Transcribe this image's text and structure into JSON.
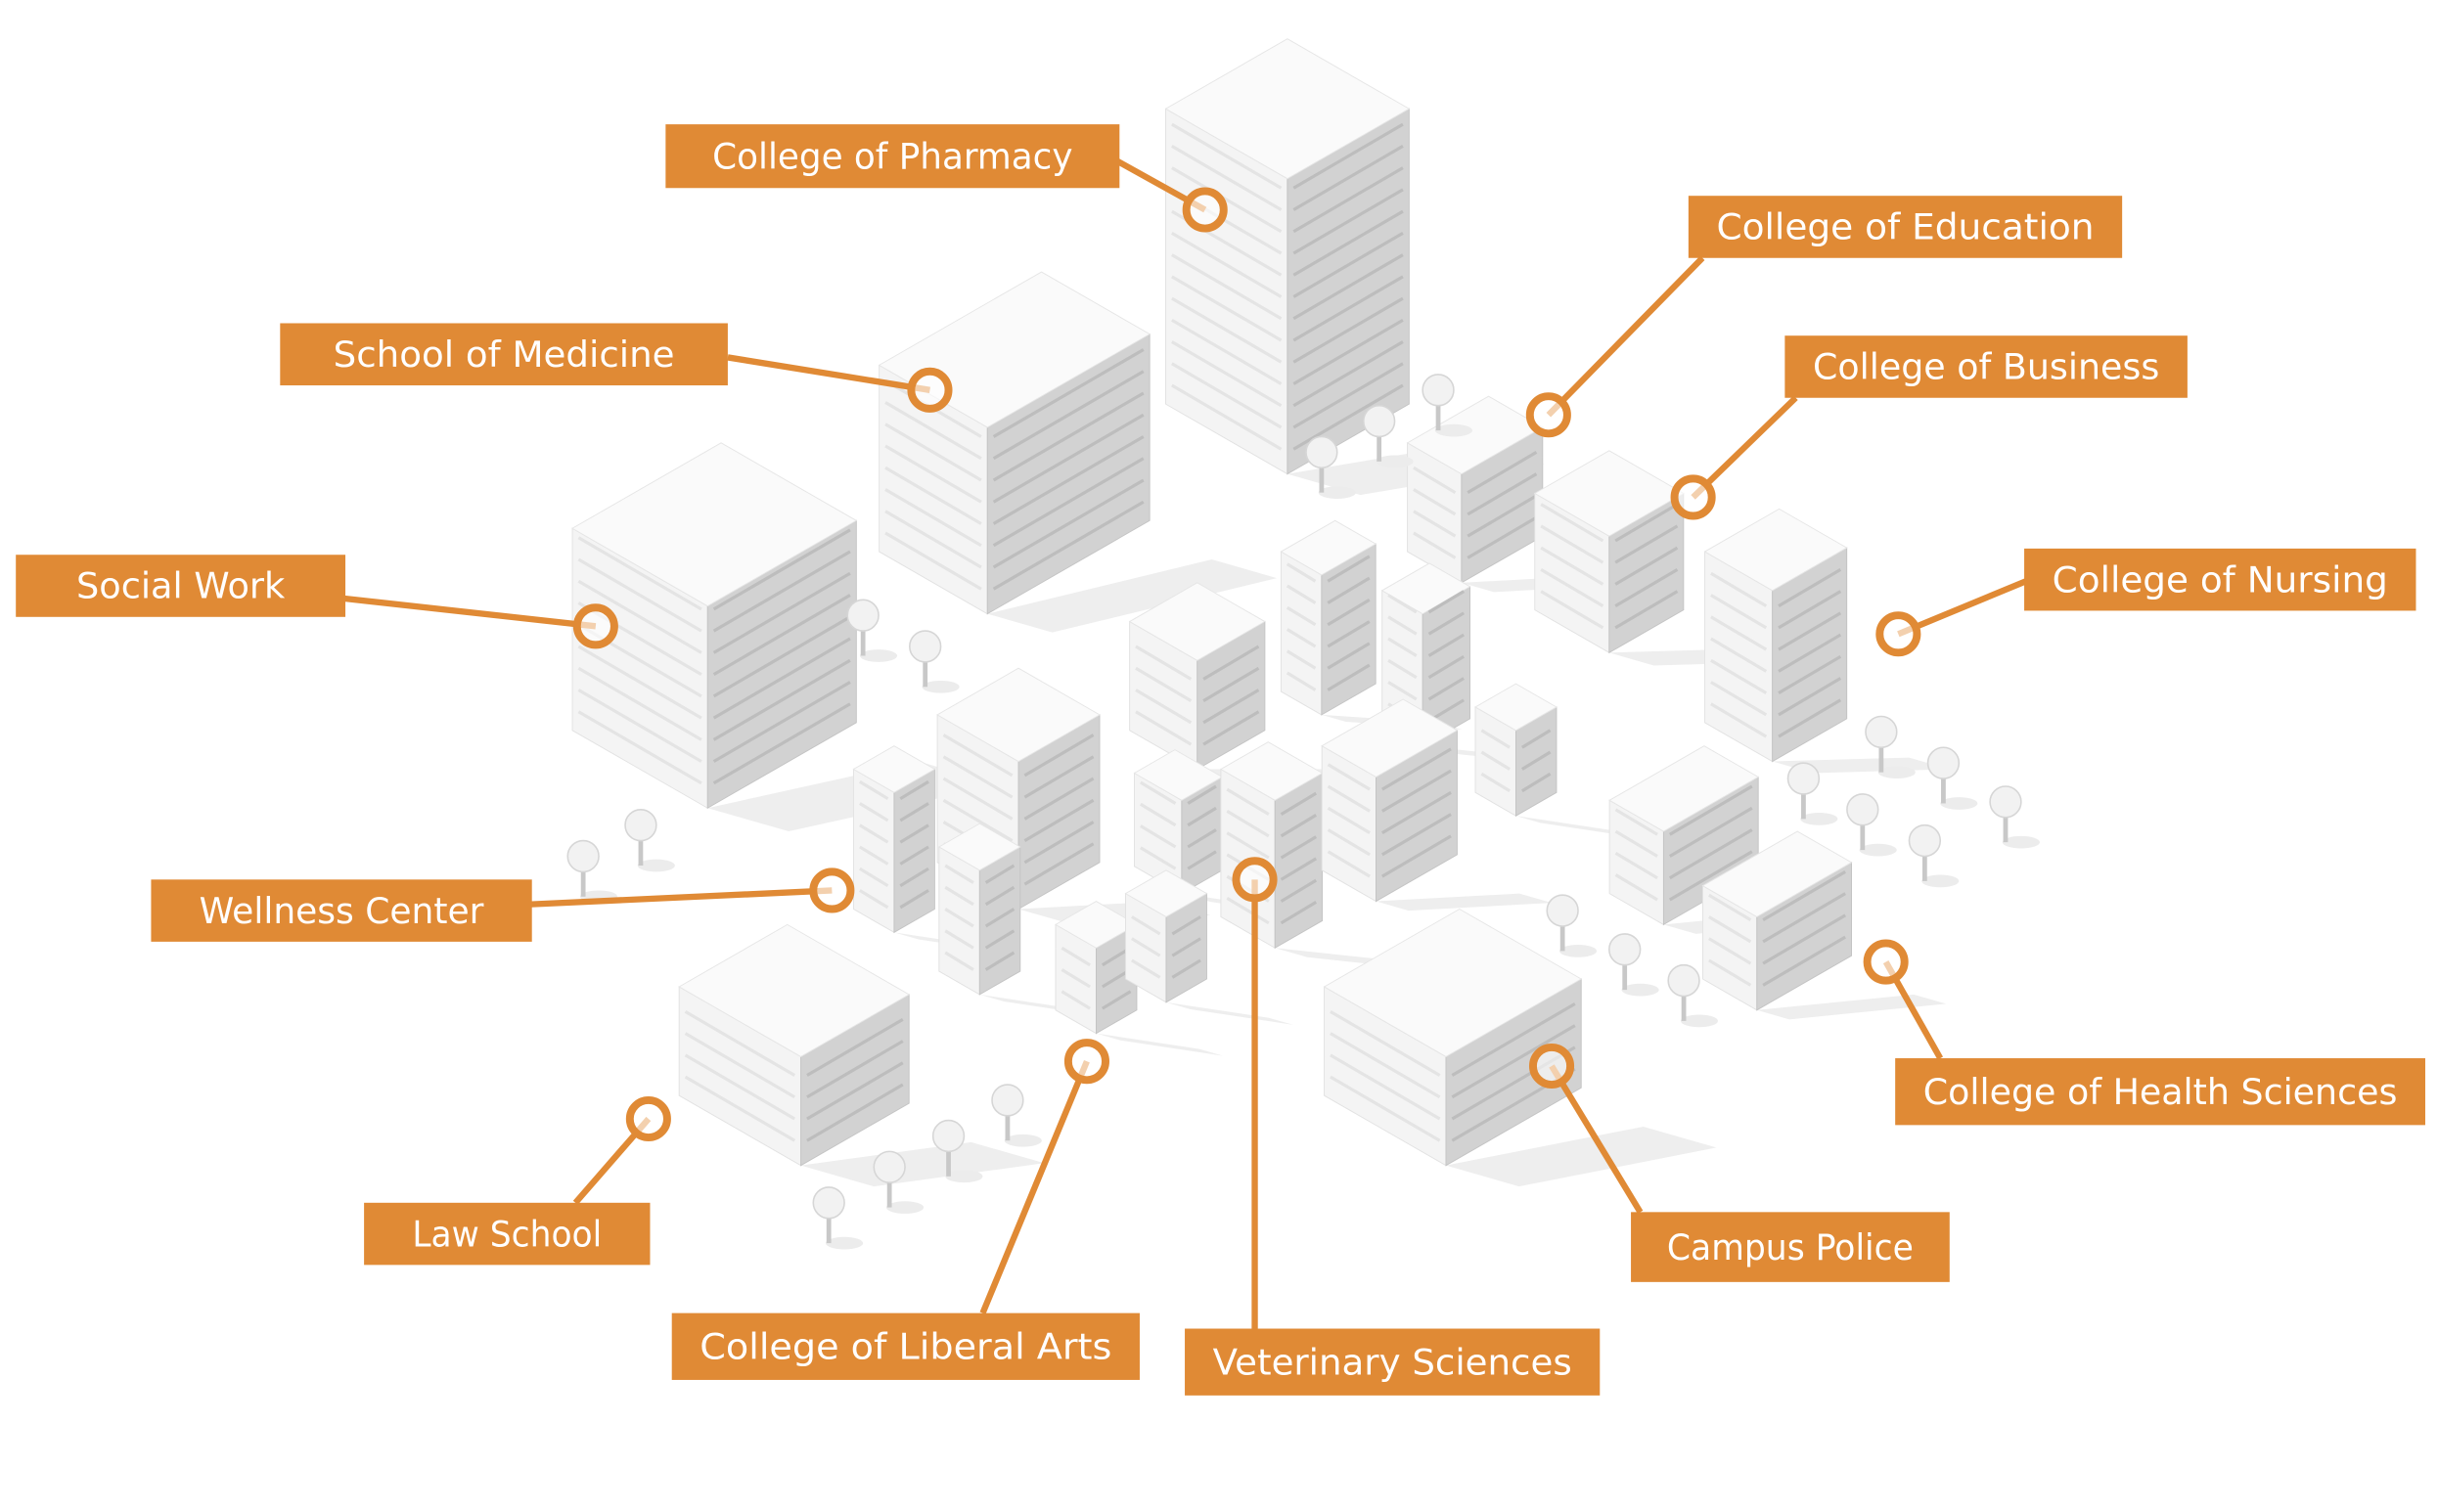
{
  "accent_color": "#E08A35",
  "labels": [
    {
      "text": "College of Pharmacy"
    },
    {
      "text": "College of Education"
    },
    {
      "text": "College of Business"
    },
    {
      "text": "College of Nursing"
    },
    {
      "text": "School of Medicine"
    },
    {
      "text": "Social Work"
    },
    {
      "text": "Wellness Center"
    },
    {
      "text": "Law School"
    },
    {
      "text": "College of Liberal Arts"
    },
    {
      "text": "Veterinary Sciences"
    },
    {
      "text": "Campus Police"
    },
    {
      "text": "College of Health Sciences"
    }
  ]
}
